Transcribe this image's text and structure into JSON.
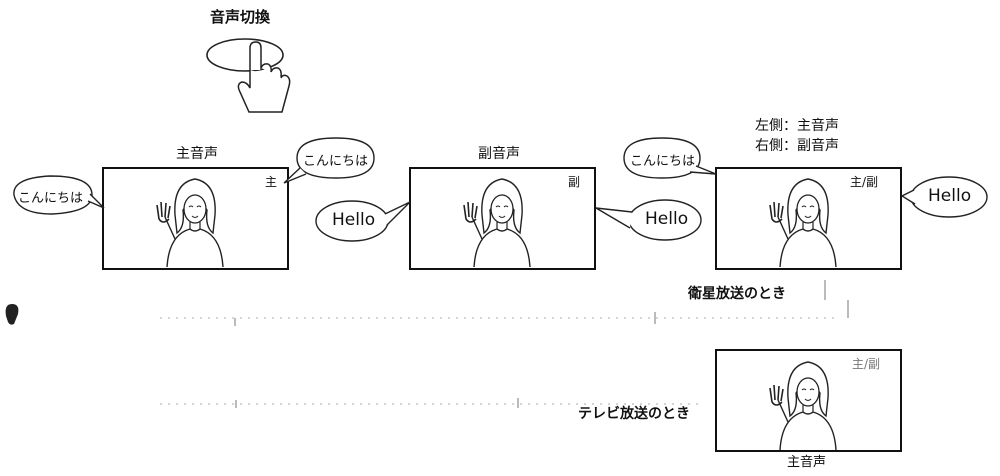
{
  "button": {
    "label": "音声切換"
  },
  "panels": [
    {
      "title": "主音声",
      "badge": "主"
    },
    {
      "title": "副音声",
      "badge": "副"
    },
    {
      "title_line1": "左側：主音声",
      "title_line2": "右側：副音声",
      "badge": "主/副"
    }
  ],
  "bubbles": {
    "konnichiwa": "こんにちは",
    "hello": "Hello"
  },
  "captions": {
    "satellite": "衛星放送のとき",
    "tv": "テレビ放送のとき"
  },
  "tv_panel": {
    "badge": "主/副",
    "caption_below": "主音声"
  }
}
